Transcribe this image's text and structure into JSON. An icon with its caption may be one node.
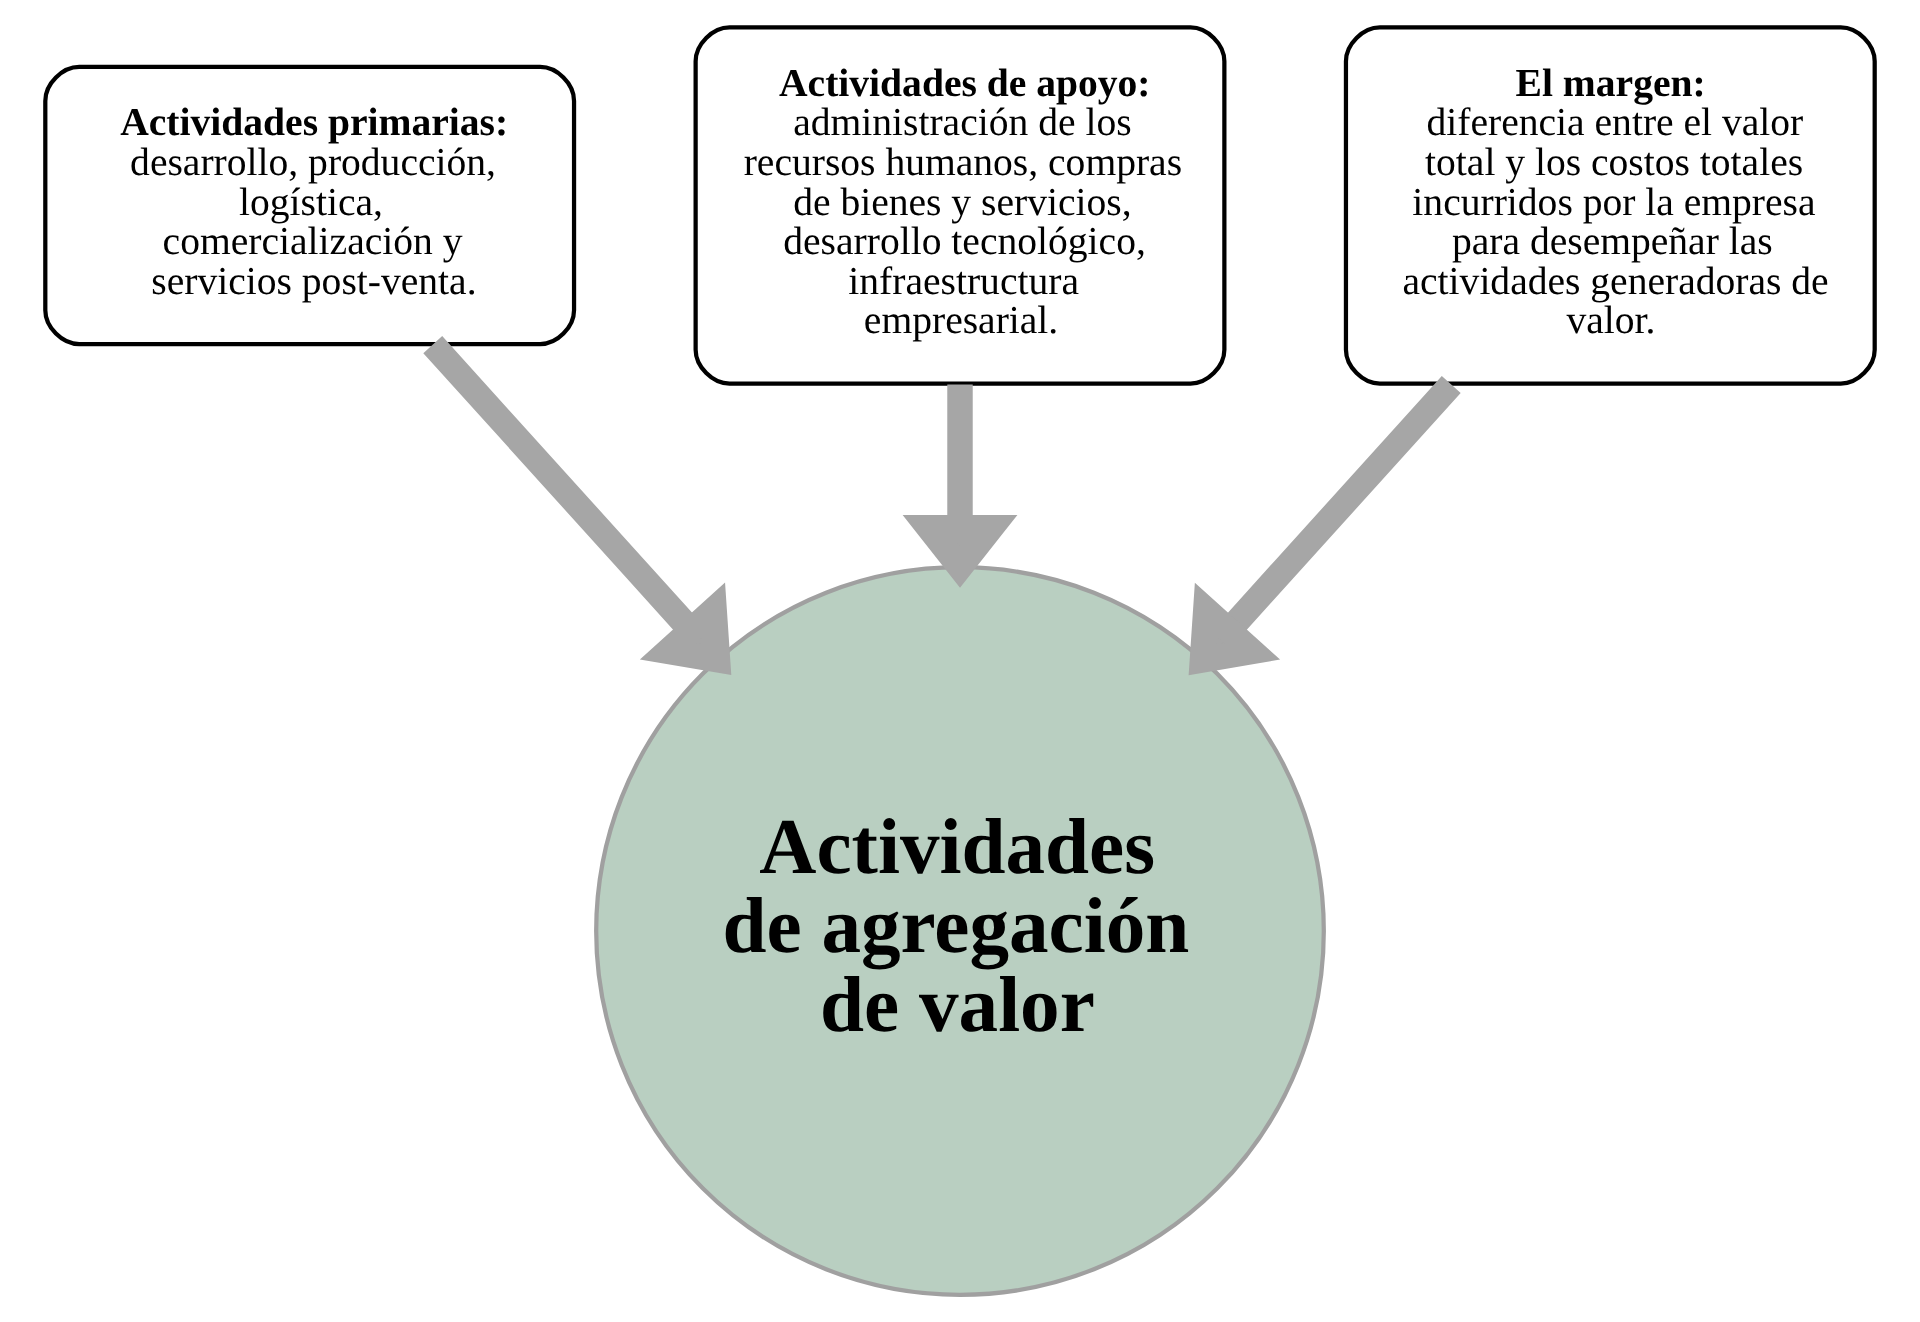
{
  "diagram": {
    "nodes": [
      {
        "text": [
          "Actividades primarias:",
          "desarrollo, producción, logística, comercialización y servicios post-venta."
        ]
      },
      {
        "text": [
          "Actividades de apoyo:",
          "administración de los recursos humanos, compras de bienes y servicios, desarrollo tecnológico, infraestructura empresarial."
        ]
      },
      {
        "text": [
          "El margen:",
          "diferencia entre el valor total y los costos totales incurridos por la empresa para desempeñar las actividades generadoras de valor."
        ]
      },
      {
        "text": [
          "Actividades de agregación de valor"
        ]
      }
    ],
    "edges": [
      {
        "from": 0,
        "to": 3,
        "arrow": "to"
      },
      {
        "from": 1,
        "to": 3,
        "arrow": "to"
      },
      {
        "from": 2,
        "to": 3,
        "arrow": "to"
      }
    ]
  }
}
